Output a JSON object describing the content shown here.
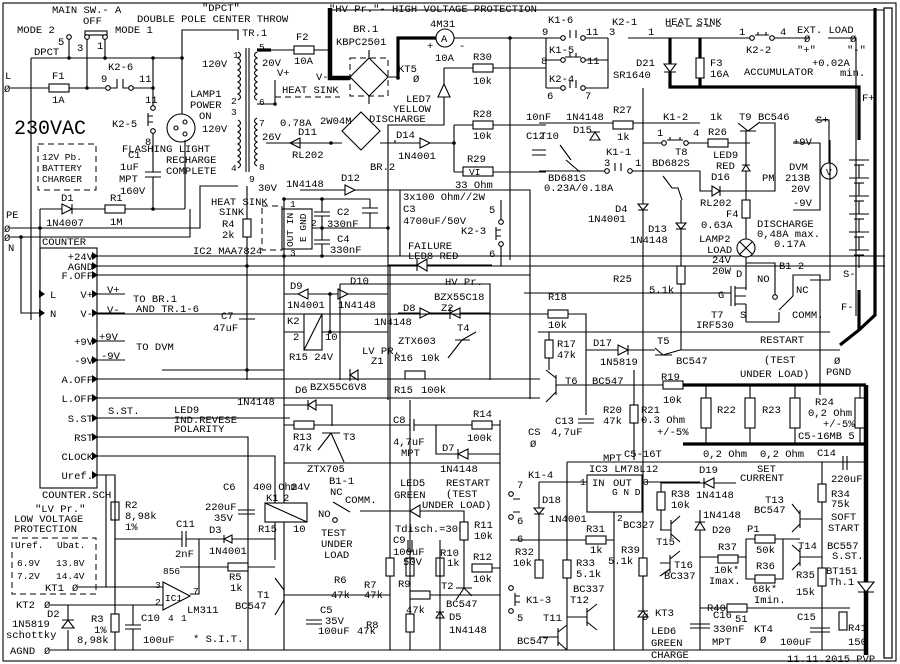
{
  "diagram": {
    "title": "12V Pb. BATTERY CHARGER",
    "mains_voltage": "230VAC",
    "date_signature": "11.11.2015 PVP",
    "top_banner": "\"HV Pr.\"- HIGH VOLTAGE PROTECTION",
    "main_switch": {
      "label": "MAIN SW.- A",
      "off": "OFF",
      "mode1": "MODE 1",
      "mode2": "MODE 2",
      "pin5": "5",
      "pin3": "3",
      "pin1": "1",
      "type": "DPCT",
      "type_quoted": "\"DPCT\"",
      "type_long": "DOUBLE POLE CENTER THROW"
    },
    "mains": {
      "L": "L",
      "PE": "PE",
      "N": "N"
    },
    "fuses": {
      "F1": {
        "name": "F1",
        "value": "1A"
      },
      "F2": {
        "name": "F2",
        "value": "10A"
      },
      "F3": {
        "name": "F3",
        "value": "16A"
      },
      "F4": {
        "name": "F4",
        "value": "0.63A"
      }
    },
    "transformer": {
      "name": "TR.1",
      "primary1": "120V",
      "primary2": "120V",
      "sec1": "20V",
      "sec2": "26V",
      "pins": [
        "1",
        "2",
        "3",
        "4",
        "5",
        "6",
        "7",
        "8",
        "9"
      ],
      "note_current": "0.78A",
      "tap30": "30V"
    },
    "relays": {
      "K2_6": {
        "name": "K2-6",
        "pin_a": "9",
        "pin_b": "11"
      },
      "K2_5": {
        "name": "K2-5",
        "pin_a": "11",
        "pin_b": "8"
      },
      "K2_4": {
        "name": "K2-4",
        "pin_a": "6",
        "pin_b": "7"
      },
      "K2_3": {
        "name": "K2-3",
        "pin_a": "5",
        "pin_b": "6"
      },
      "K2_1": {
        "name": "K2-1",
        "pin_a": "3",
        "pin_b": "1"
      },
      "K2_2": {
        "name": "K2-2",
        "pin_a": "1",
        "pin_b": "4"
      },
      "K1_6": {
        "name": "K1-6",
        "pin_a": "9",
        "pin_b": "11"
      },
      "K1_5": {
        "name": "K1-5",
        "pin_a": "8",
        "pin_b": "11"
      },
      "K1_1": {
        "name": "K1-1",
        "pin_a": "3",
        "pin_b": "1"
      },
      "K1_2": {
        "name": "K1-2",
        "pin_a": "1",
        "pin_b": "4"
      },
      "K1_4": {
        "name": "K1-4",
        "pin_a": "7",
        "pin_b": "6"
      },
      "K1_3": {
        "name": "K1-3",
        "pin_a": "6",
        "pin_b": "5"
      },
      "K2": {
        "name": "K2",
        "pin_a": "2",
        "pin_b": "10",
        "coil": "R15 24V"
      },
      "K1": {
        "name": "K1",
        "pin_a": "2",
        "pin_b": "10",
        "coil_r": "400 Ohm",
        "coil_v": "24V",
        "r": "R15"
      }
    },
    "lamp1": {
      "name": "LAMP1",
      "l2": "POWER",
      "l3": "ON",
      "desc1": "FLASHING LIGHT",
      "desc2": "RECHARGE",
      "desc3": "COMPLETE"
    },
    "C1": {
      "name": "C1",
      "value": "1uF",
      "type": "MPT",
      "voltage": "160V"
    },
    "D1": {
      "name": "D1",
      "part": "1N4007"
    },
    "R1": {
      "name": "R1",
      "value": "1M"
    },
    "BR1": {
      "name": "BR.1",
      "part": "KBPC2501"
    },
    "BR2": {
      "name": "BR.2",
      "part": "2W04M"
    },
    "ammeter": {
      "name": "4M31",
      "range": "10A",
      "symbol": "A",
      "plus": "+",
      "minus": "-"
    },
    "KT5": "KT5",
    "heat_sink": "HEAT SINK",
    "vplus": "V+",
    "vminus": "V-",
    "LED7": {
      "name": "LED7",
      "color": "YELLOW",
      "func": "DISCHARGE"
    },
    "R30": {
      "name": "R30",
      "value": "10k"
    },
    "R28": {
      "name": "R28",
      "value": "10k"
    },
    "R29": {
      "name": "R29",
      "value": "33 Ohm",
      "mark": "VI"
    },
    "D14": {
      "name": "D14",
      "part": "1N4001"
    },
    "D11": {
      "name": "D11",
      "part": "RL202"
    },
    "D12": {
      "name": "D12",
      "part": "1N4148"
    },
    "IC2": {
      "name": "IC2 MAA7824",
      "pins": "OUT IN C GND B E",
      "p1": "1",
      "p2": "2",
      "p3": "3"
    },
    "R4": {
      "name": "R4",
      "value": "2k"
    },
    "heat_sink2": "HEAT SINK",
    "C2": {
      "name": "C2",
      "value": "330nF"
    },
    "C4": {
      "name": "C4",
      "value": "330nF"
    },
    "C3": {
      "name": "C3",
      "value": "4700uF/50V",
      "load": "3x100 Ohm//2W"
    },
    "C7": {
      "name": "C7",
      "value": "47uF"
    },
    "C12": {
      "name": "C12",
      "value": "10nF"
    },
    "T10": {
      "name": "T10",
      "part": "BD681S",
      "note": "0.23A/0.18A"
    },
    "D15": {
      "name": "D15",
      "part": "1N4148"
    },
    "R27": {
      "name": "R27",
      "value": "1k"
    },
    "T8": {
      "name": "T8",
      "part": "BD682S"
    },
    "R26": {
      "name": "R26",
      "value": "1k"
    },
    "T9": {
      "name": "T9",
      "part": "BC546"
    },
    "LED9": {
      "name": "LED9",
      "color": "RED",
      "note": "PM",
      "desc1": "LED9",
      "desc2": "IND.REVESE",
      "desc3": "POLARITY"
    },
    "D16": {
      "name": "D16",
      "part": "RL202"
    },
    "D4": {
      "name": "D4",
      "part": "1N4001"
    },
    "D13": {
      "name": "D13",
      "part": "1N4148"
    },
    "D21": {
      "name": "D21",
      "part": "SR1640"
    },
    "ext_load": {
      "label": "EXT. LOAD",
      "plus": "\"+\"",
      "minus": "\"-\""
    },
    "accumulator": {
      "label": "ACCUMULATOR",
      "min_current": "+0.02A",
      "min": "min.",
      "Fplus": "F+",
      "Splus": "S+",
      "Sminus": "S-",
      "Fminus": "F-"
    },
    "dvm": {
      "name": "DVM",
      "model": "213B",
      "range": "20V",
      "plus9": "+9V",
      "minus9": "-9V",
      "symbol": "V"
    },
    "lamp2": {
      "name": "LAMP2",
      "l2": "LOAD",
      "v": "24V",
      "w": "20W",
      "discharge": "DISCHARGE",
      "max": "0,48A max.",
      "min": "0.17A"
    },
    "T7": {
      "name": "T7",
      "part": "IRF530",
      "d": "D",
      "g": "G",
      "s": "S"
    },
    "B1_2": {
      "name": "B1-2",
      "no": "NO",
      "nc": "NC",
      "comm": "COMM."
    },
    "B1_1": {
      "name": "B1-1",
      "no": "NO",
      "nc": "NC",
      "comm": "COMM.",
      "test": "TEST",
      "under": "UNDER",
      "load": "LOAD"
    },
    "R25": {
      "name": "R25",
      "value": "5.1k"
    },
    "R18": {
      "name": "R18",
      "value": "10k"
    },
    "R17": {
      "name": "R17",
      "value": "47k"
    },
    "D17": {
      "name": "D17",
      "part": "1N5819"
    },
    "T5": {
      "name": "T5",
      "part": "BC547"
    },
    "T6": {
      "name": "T6",
      "part": "BC547"
    },
    "restart": {
      "l1": "RESTART",
      "l2": "(TEST",
      "l3": "UNDER LOAD)"
    },
    "PGND": "PGND",
    "R19": {
      "name": "R19",
      "value": "10k"
    },
    "R20": {
      "name": "R20",
      "value": "47k"
    },
    "C13": {
      "name": "C13",
      "value": "4,7uF"
    },
    "CS": "CS",
    "shunts": {
      "R21": {
        "name": "R21",
        "value": "0.3 Ohm",
        "tol": "+/-5%",
        "type": "C5-16T"
      },
      "R22": {
        "name": "R22",
        "value": "0,2 Ohm"
      },
      "R23": {
        "name": "R23",
        "value": "0,2 Ohm"
      },
      "R24": {
        "name": "R24",
        "value": "0,2 Ohm",
        "tol": "+/-5%",
        "type": "C5-16MB 5"
      }
    },
    "counter": {
      "title": "COUNTER",
      "footer": "COUNTER.SCH",
      "pins": [
        "+24V",
        "AGND",
        "F.OFF",
        "L",
        "N",
        "V+",
        "V-",
        "+9V",
        "-9V",
        "A.OFF",
        "L.OFF",
        "S.ST",
        "RST",
        "CLOCK",
        "Uref."
      ],
      "to_br1": "TO BR.1",
      "and_tr": "AND TR.1-6",
      "to_dvm": "TO DVM",
      "vp": "V+",
      "vm": "V-",
      "p9": "+9V",
      "m9": "-9V",
      "sst": "S.ST."
    },
    "failure": {
      "l1": "FAILURE",
      "l2": "LED8 RED"
    },
    "hv_pr": "HV Pr.",
    "D9": {
      "name": "D9",
      "part": "1N4001"
    },
    "D10": {
      "name": "D10",
      "part": "1N4148"
    },
    "D8": {
      "name": "D8",
      "part": "1N4148"
    },
    "Z2": {
      "name": "Z2",
      "part": "BZX55C18"
    },
    "T4": {
      "name": "T4",
      "part": "ZTX603"
    },
    "Z1": {
      "name": "Z1",
      "part": "BZX55C6V8",
      "label": "LV PR."
    },
    "R16": {
      "name": "R16",
      "value": "10k"
    },
    "R15b": {
      "name": "R15",
      "value": "100k"
    },
    "D6": {
      "name": "D6",
      "part": "1N4148"
    },
    "R13": {
      "name": "R13",
      "value": "47k"
    },
    "T3": {
      "name": "T3",
      "part": "ZTX705"
    },
    "C8": {
      "name": "C8",
      "value": "4,7uF",
      "type": "MPT"
    },
    "R14": {
      "name": "R14",
      "value": "100k"
    },
    "D7": {
      "name": "D7",
      "part": "1N4148"
    },
    "LED5": {
      "name": "LED5",
      "color": "GREEN",
      "r1": "RESTART",
      "r2": "(TEST",
      "r3": "UNDER LOAD)"
    },
    "tdisch": "Tdisch.=30s",
    "C9": {
      "name": "C9",
      "value": "100uF",
      "v": "50V"
    },
    "R11": {
      "name": "R11",
      "value": "10k"
    },
    "R10": {
      "name": "R10",
      "value": "1k"
    },
    "R12": {
      "name": "R12",
      "value": "10k"
    },
    "T2": {
      "name": "T2",
      "part": "BC547"
    },
    "R9": {
      "name": "R9",
      "value": "47k"
    },
    "D5": {
      "name": "D5",
      "part": "1N4148"
    },
    "R6": {
      "name": "R6",
      "value": "47k"
    },
    "R7": {
      "name": "R7",
      "value": "47k"
    },
    "R8": {
      "name": "R8",
      "value": "47k"
    },
    "C5": {
      "name": "C5",
      "v": "35V",
      "value": "100uF"
    },
    "C6": {
      "name": "C6",
      "value": "220uF",
      "v": "35V"
    },
    "D3": {
      "name": "D3",
      "part": "1N4001"
    },
    "C11": {
      "name": "C11",
      "value": "2nF"
    },
    "R5": {
      "name": "R5",
      "value": "1k"
    },
    "T1": {
      "name": "T1",
      "part": "BC547"
    },
    "IC1": {
      "name": "IC1",
      "part": "LM311",
      "pins": "856",
      "p3": "3",
      "p2": "2",
      "p7": "7",
      "p4": "4",
      "p1": "1",
      "note": "* S.I.T."
    },
    "R2": {
      "name": "R2",
      "value": "8,98k",
      "tol": "1%"
    },
    "R3": {
      "name": "R3",
      "value": "8,98k",
      "tol": "1%"
    },
    "C10": {
      "name": "C10",
      "value": "100uF"
    },
    "D2": {
      "name": "D2",
      "part": "1N5819",
      "type": "schottky"
    },
    "lv_pr": {
      "title": "\"LV Pr.\"",
      "l2": "LOW VOLTAGE",
      "l3": "PROTECTION",
      "table_headers": [
        "Uref.",
        "Ubat."
      ],
      "table_rows": [
        [
          "6.9V",
          "13.8V"
        ],
        [
          "7.2V",
          "14.4V"
        ]
      ]
    },
    "KT1": "KT1",
    "KT2": "KT2",
    "KT3": "KT3",
    "KT4": "KT4",
    "AGND": "AGND",
    "IC3": {
      "name": "IC3 LM78L12",
      "in": "IN",
      "out": "OUT",
      "gnd": "GND",
      "p1": "1",
      "p2": "2",
      "p3": "3",
      "mpt": "MPT"
    },
    "D18": {
      "name": "D18",
      "part": "1N4001"
    },
    "R31": {
      "name": "R31",
      "value": "1k"
    },
    "R32": {
      "name": "R32",
      "value": "10k"
    },
    "R33": {
      "name": "R33",
      "value": "5.1k"
    },
    "R39": {
      "name": "R39",
      "value": "5.1k"
    },
    "T11": {
      "name": "T11",
      "part": "BC547"
    },
    "T12": {
      "name": "T12",
      "part": "BC337"
    },
    "R38": {
      "name": "R38",
      "value": "10k"
    },
    "T15": {
      "name": "T15",
      "part": "BC327"
    },
    "T16": {
      "name": "T16",
      "part": "BC337"
    },
    "LED6": {
      "name": "LED6",
      "color": "GREEN",
      "func": "CHARGE"
    },
    "D19": {
      "name": "D19",
      "part": "1N4148"
    },
    "D20": {
      "name": "D20",
      "part": "1N4148"
    },
    "set_current": {
      "l1": "SET",
      "l2": "CURRENT"
    },
    "T13": {
      "name": "T13",
      "part": "BC547"
    },
    "T14": {
      "name": "T14",
      "part": "BC557"
    },
    "P1": {
      "name": "P1",
      "value": "50k"
    },
    "R37": {
      "name": "R37",
      "value": "10k*",
      "note": "Imax."
    },
    "R36": {
      "name": "R36",
      "value": "68k*",
      "note": "Imin."
    },
    "R34": {
      "name": "R34",
      "value": "75k"
    },
    "soft_start": {
      "l1": "SOFT",
      "l2": "START",
      "l3": "S.ST."
    },
    "R35": {
      "name": "R35",
      "value": "15k"
    },
    "Th1": {
      "name": "Th.1",
      "part": "BT151"
    },
    "R40": {
      "name": "R40",
      "value": "51"
    },
    "C16": {
      "name": "C16",
      "value": "330nF",
      "type": "MPT"
    },
    "C15": {
      "name": "C15",
      "value": "100uF"
    },
    "C14": {
      "name": "C14",
      "value": "220uF"
    },
    "R41": {
      "name": "R41",
      "value": "150"
    }
  }
}
